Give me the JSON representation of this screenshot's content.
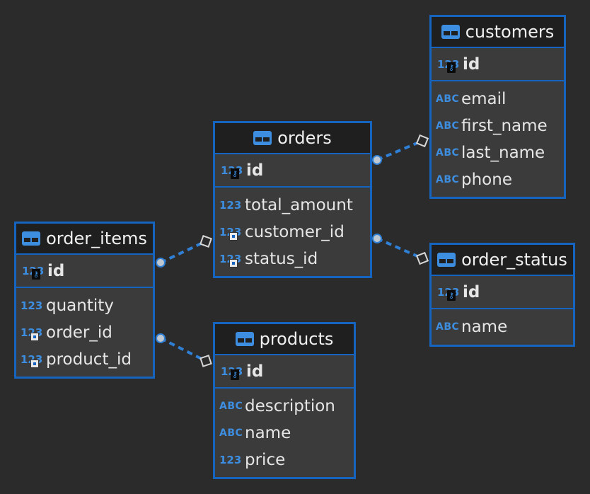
{
  "diagram": {
    "colors": {
      "background": "#2b2b2b",
      "accent": "#1565c0",
      "type_icon": "#3d8ee0",
      "link": "#2f7fd4"
    },
    "entities": [
      {
        "key": "customers",
        "name": "customers",
        "pk": "id",
        "columns": [
          {
            "name": "email",
            "type": "ABC",
            "fk": false
          },
          {
            "name": "first_name",
            "type": "ABC",
            "fk": false
          },
          {
            "name": "last_name",
            "type": "ABC",
            "fk": false
          },
          {
            "name": "phone",
            "type": "ABC",
            "fk": false
          }
        ]
      },
      {
        "key": "orders",
        "name": "orders",
        "pk": "id",
        "columns": [
          {
            "name": "total_amount",
            "type": "123",
            "fk": false
          },
          {
            "name": "customer_id",
            "type": "123",
            "fk": true
          },
          {
            "name": "status_id",
            "type": "123",
            "fk": true
          }
        ]
      },
      {
        "key": "order_items",
        "name": "order_items",
        "pk": "id",
        "columns": [
          {
            "name": "quantity",
            "type": "123",
            "fk": false
          },
          {
            "name": "order_id",
            "type": "123",
            "fk": true
          },
          {
            "name": "product_id",
            "type": "123",
            "fk": true
          }
        ]
      },
      {
        "key": "order_status",
        "name": "order_status",
        "pk": "id",
        "columns": [
          {
            "name": "name",
            "type": "ABC",
            "fk": false
          }
        ]
      },
      {
        "key": "products",
        "name": "products",
        "pk": "id",
        "columns": [
          {
            "name": "description",
            "type": "ABC",
            "fk": false
          },
          {
            "name": "name",
            "type": "ABC",
            "fk": false
          },
          {
            "name": "price",
            "type": "123",
            "fk": false
          }
        ]
      }
    ],
    "relations": [
      {
        "from": "orders",
        "to": "customers"
      },
      {
        "from": "orders",
        "to": "order_status"
      },
      {
        "from": "order_items",
        "to": "orders"
      },
      {
        "from": "order_items",
        "to": "products"
      }
    ]
  }
}
